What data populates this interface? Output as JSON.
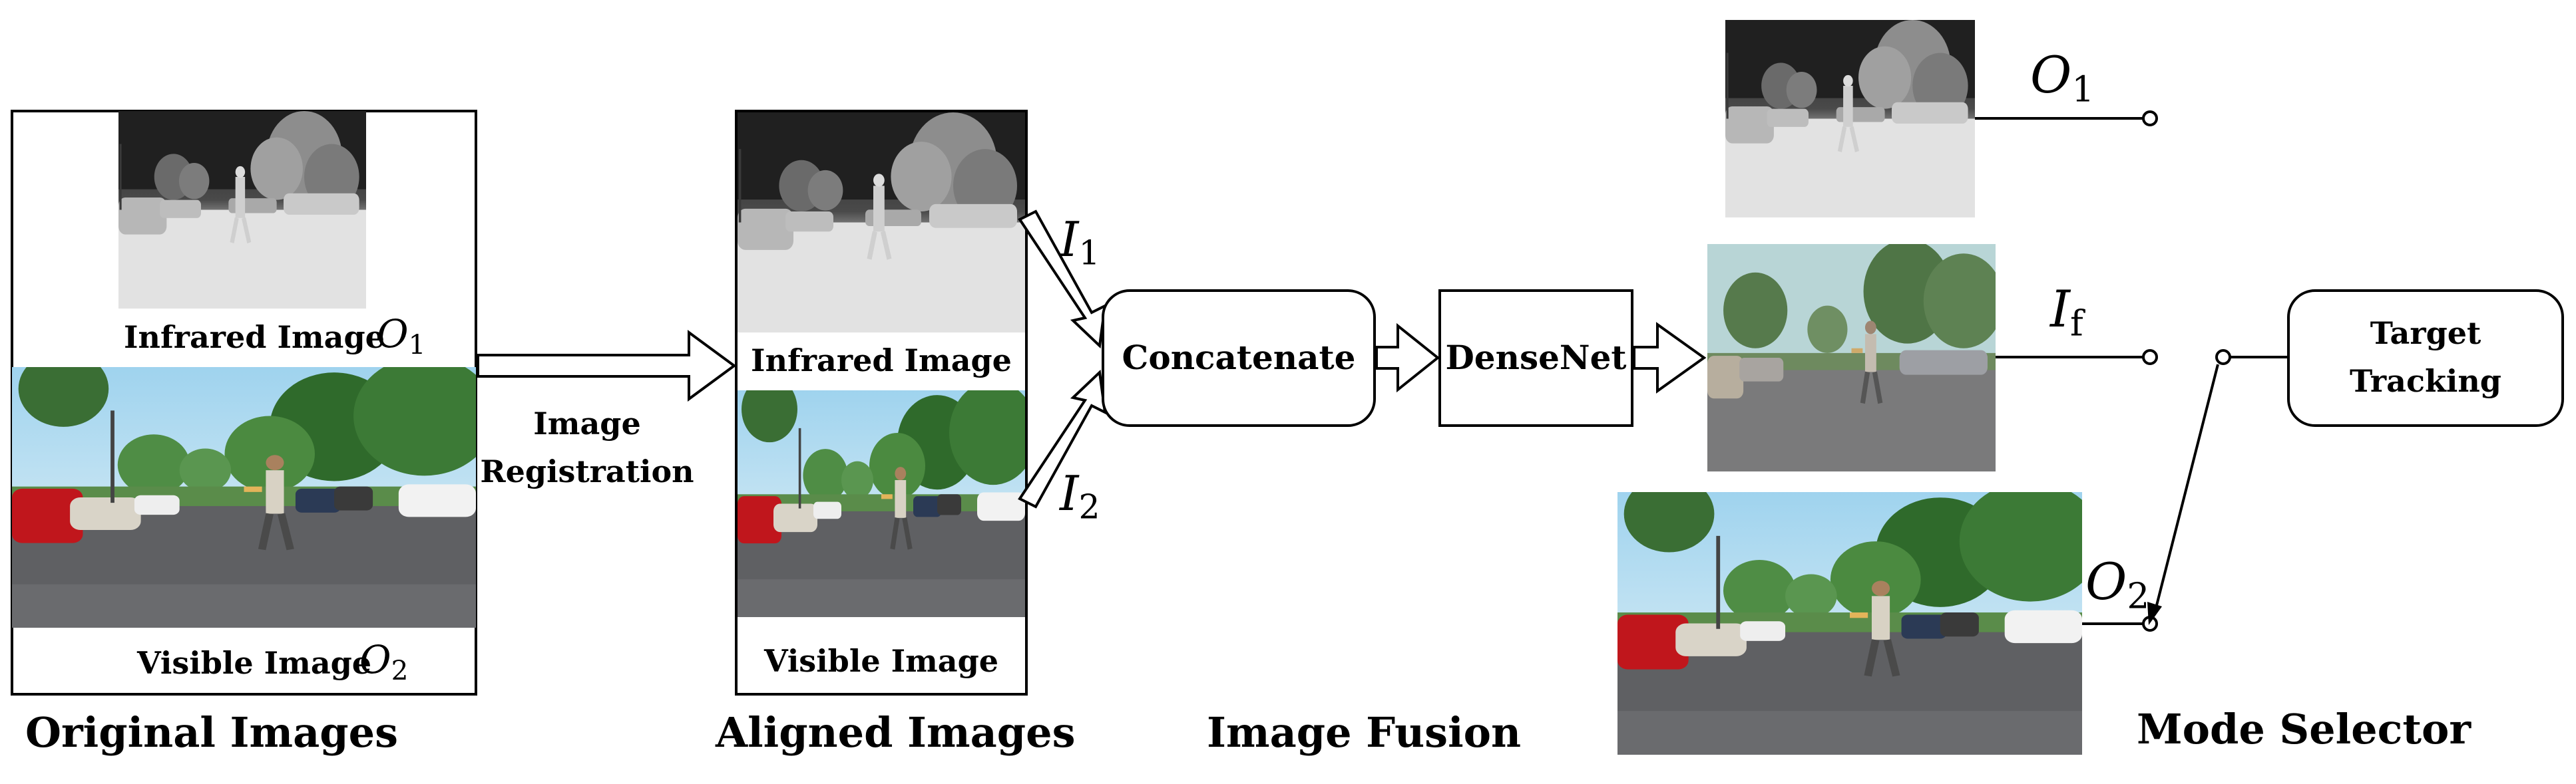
{
  "original_images": {
    "section_title": "Original Images",
    "infrared_label": "Infrared Image",
    "infrared_symbol": "O",
    "infrared_symbol_sub": "1",
    "visible_label": "Visible Image",
    "visible_symbol": "O",
    "visible_symbol_sub": "2"
  },
  "registration": {
    "line1": "Image",
    "line2": "Registration"
  },
  "aligned_images": {
    "section_title": "Aligned Images",
    "infrared_label": "Infrared Image",
    "visible_label": "Visible Image"
  },
  "fusion": {
    "section_title": "Image Fusion",
    "input1_symbol": "I",
    "input1_sub": "1",
    "input2_symbol": "I",
    "input2_sub": "2",
    "concat_label": "Concatenate",
    "densenet_label": "DenseNet"
  },
  "mode_selector": {
    "section_title": "Mode Selector",
    "o1_symbol": "O",
    "o1_sub": "1",
    "if_symbol": "I",
    "if_sub": "f",
    "o2_symbol": "O",
    "o2_sub": "2",
    "target_line1": "Target",
    "target_line2": "Tracking"
  },
  "colors": {
    "sky": "#bcdff0",
    "foliage": "#3f7a3a",
    "asphalt": "#5e5e62",
    "thermal_dark": "#2a2a2a",
    "thermal_light": "#e6e6e6",
    "car_red": "#c0161c"
  }
}
